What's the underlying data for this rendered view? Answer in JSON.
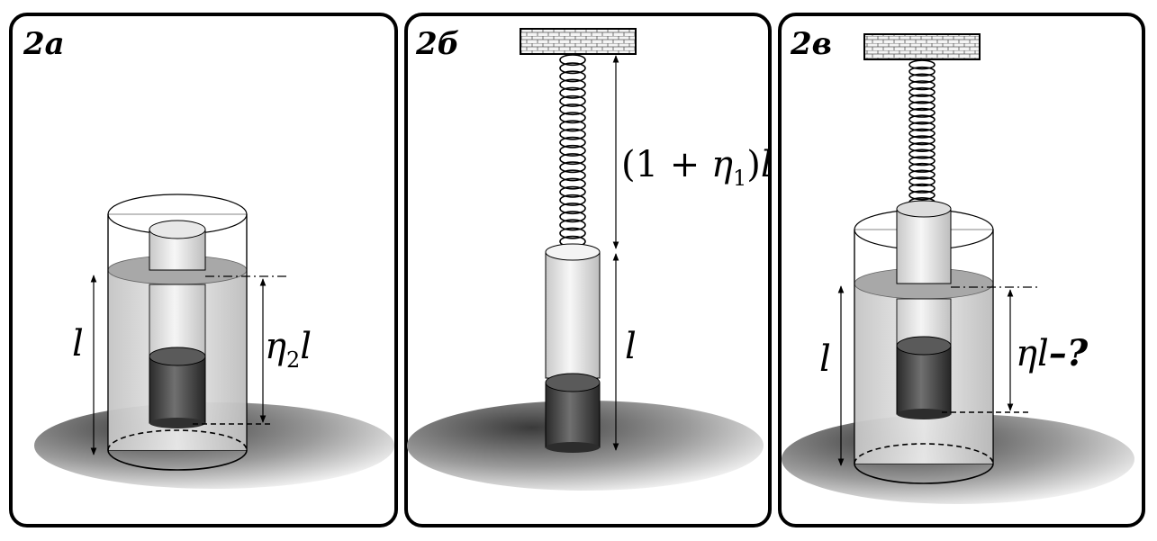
{
  "panels": [
    {
      "id": "2a",
      "label": "2а",
      "left_label": "l",
      "right_label": {
        "pre": "η",
        "sub": "2",
        "post": "l"
      }
    },
    {
      "id": "2b",
      "label": "2б",
      "top_label": {
        "open": "(1 + ",
        "var": "η",
        "sub": "1",
        "close": ")",
        "post": "l"
      },
      "right_label": "l"
    },
    {
      "id": "2v",
      "label": "2в",
      "left_label": "l",
      "right_label": {
        "pre": "η",
        "post": "l",
        "question": "–?"
      }
    }
  ]
}
